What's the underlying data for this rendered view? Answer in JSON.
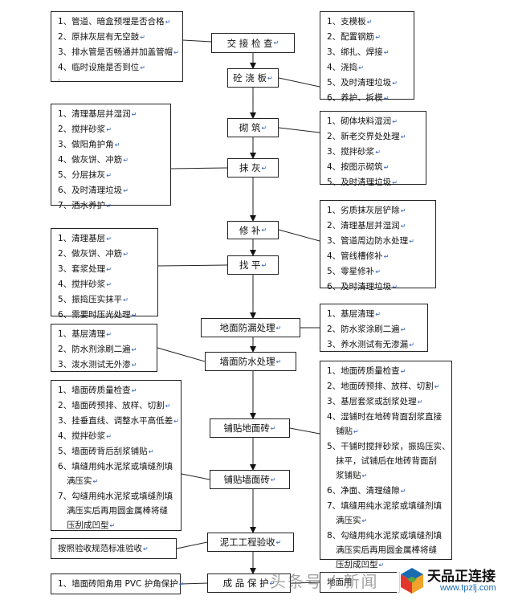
{
  "center_steps": [
    "交  接  检  查",
    "砼  浇  板",
    "砌    筑",
    "抹    灰",
    "修    补",
    "找    平",
    "地面防漏处理",
    "墙面防水处理",
    "铺贴地面砖",
    "铺贴墙面砖",
    "泥工工程验收",
    "成  品  保  护"
  ],
  "left_boxes": [
    {
      "items": [
        "1、管道、暗盒预埋是否合格",
        "2、原抹灰层有无空鼓",
        "3、排水管是否畅通并加盖管帽",
        "4、临时设施是否到位"
      ],
      "trailing_dot": "-"
    },
    {
      "items": [
        "1、清理基层并湿润",
        "2、搅拌砂浆",
        "3、做阳角护角",
        "4、做灰饼、冲筋",
        "5、分层抹灰",
        "6、及时清理垃圾",
        "7、洒水养护"
      ]
    },
    {
      "items": [
        "1、清理基层",
        "2、做灰饼、冲筋",
        "3、套浆处理",
        "4、搅拌砂浆",
        "5、振捣压实抹平",
        "6、需要时压光处理"
      ]
    },
    {
      "items": [
        "1、基层清理",
        "2、防水剂涂刷二遍",
        "3、泼水测试无外渗"
      ]
    },
    {
      "items": [
        "1、墙面砖质量检查",
        "2、墙面砖预排、放样、切割",
        "3、挂垂直线、调整水平高低差",
        "4、搅拌砂浆",
        "5、墙面砖背后刮浆铺贴",
        "6、填缝用纯水泥浆或填缝剂填",
        "满压实",
        "7、勾缝用纯水泥浆或填缝剂填",
        "满压实后再用圆金属棒将缝",
        "压刮成凹型"
      ]
    },
    {
      "items": [
        "按照验收规范标准验收"
      ]
    },
    {
      "items": [
        "1、墙面砖阳角用 PVC 护角保护"
      ]
    }
  ],
  "right_boxes": [
    {
      "items": [
        "1、支模板",
        "2、配置钢筋",
        "3、绑扎、焊接",
        "4、浇捣",
        "5、及时清理垃圾",
        "6、养护、拆模"
      ]
    },
    {
      "items": [
        "1、砌体块料湿润",
        "2、新老交界处处理",
        "3、搅拌砂浆",
        "4、按图示砌筑",
        "5、及时清理垃圾"
      ]
    },
    {
      "items": [
        "1、劣质抹灰层铲除",
        "2、清理基层并湿润",
        "3、管道周边防水处理",
        "4、管线槽修补",
        "5、零星修补",
        "6、及时清理垃圾"
      ]
    },
    {
      "items": [
        "1、基层清理",
        "2、防水浆涂刷二遍",
        "3、养水测试有无渗漏"
      ]
    },
    {
      "items": [
        "1、地面砖质量检查",
        "2、地面砖预排、放样、切割",
        "3、基层套浆或刮浆处理",
        "4、湿铺时在地砖背面刮浆直接",
        "铺贴",
        "5、干铺时搅拌砂浆，振捣压实、",
        "抹平，试铺后在地砖背面刮",
        "浆铺贴",
        "6、净面、清理缝隙",
        "7、填缝用纯水泥浆或填缝剂填",
        "满压实",
        "8、勾缝用纯水泥浆或填缝剂填",
        "满压实后再用圆金属棒将缝",
        "压刮成凹型"
      ]
    },
    {
      "items": [
        "地面用"
      ]
    }
  ],
  "watermark": {
    "left_text": "头条号 / 新闻",
    "brand_text": "天品正连接",
    "brand_url": "www.tpzlj.com",
    "brand_colors": [
      "#1a6bb0",
      "#e2362c",
      "#f0a22a",
      "#5aa83b"
    ]
  }
}
